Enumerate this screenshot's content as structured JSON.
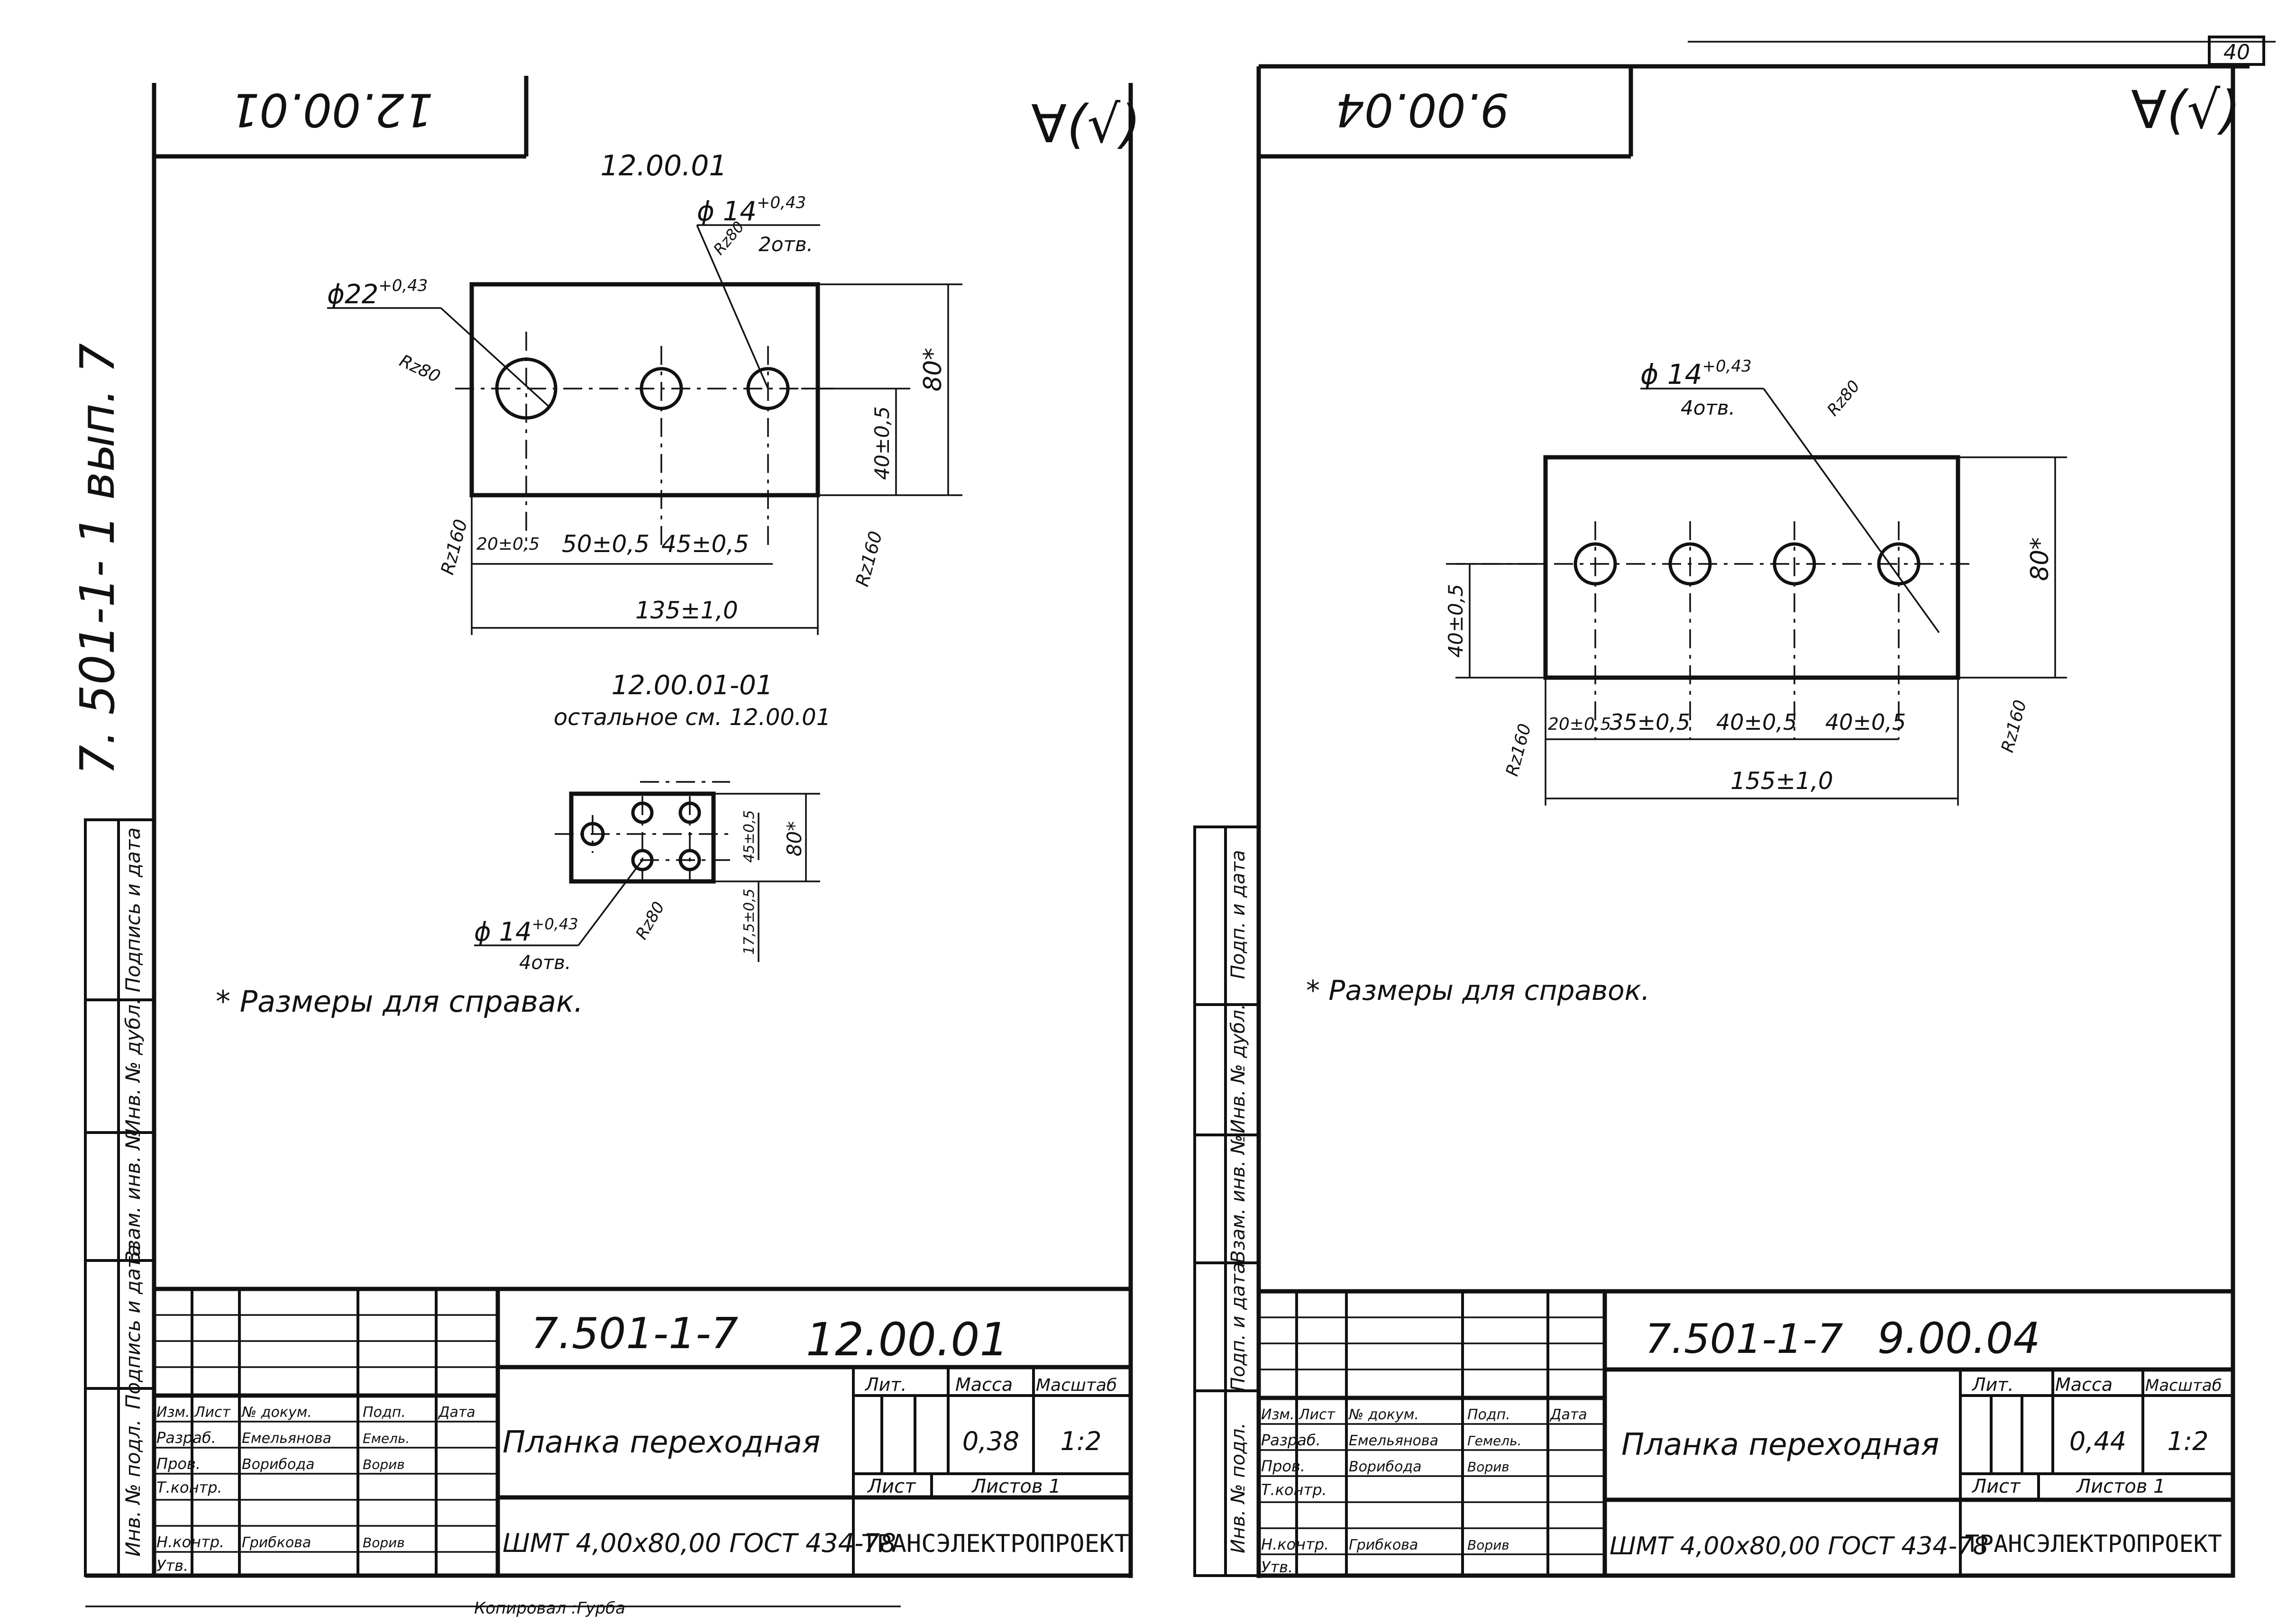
{
  "page_number": "40",
  "left_sheet": {
    "corner_label": "12.00.01",
    "roughness_mark": "∀(√)",
    "side_series": "7. 501-1- 1 вып. 7",
    "part_a": {
      "title": "12.00.01",
      "hole_small_dia": "ϕ 14",
      "hole_small_tol": "+0,43",
      "hole_small_count": "2отв.",
      "hole_small_rz": "Rz80",
      "hole_large_dia": "ϕ22",
      "hole_large_tol": "+0,43",
      "hole_large_rz": "Rz80",
      "dim_height": "80*",
      "dim_hole_height": "40±0,5",
      "dim_x1": "20±0,5",
      "dim_x2": "50±0,5",
      "dim_x3": "45±0,5",
      "dim_total": "135±1,0",
      "rz_left": "Rz160",
      "rz_right": "Rz160"
    },
    "part_b": {
      "title": "12.00.01-01",
      "subtitle": "остальное см. 12.00.01",
      "dim_height": "80*",
      "dim_inner1": "45±0,5",
      "dim_inner2": "17,5±0,5",
      "hole_dia": "ϕ 14",
      "hole_tol": "+0,43",
      "hole_count": "4отв.",
      "hole_rz": "Rz80"
    },
    "note": "* Размеры для справак.",
    "side_box_labels": [
      "Инв. № подл.",
      "Подпись и дата",
      "Взам. инв. №",
      "Инв. № дубл.",
      "Подпись и дата"
    ],
    "title_block": {
      "designation": "7.501-1-7",
      "code": "12.00.01",
      "name": "Планка переходная",
      "material": "ШМТ 4,00х80,00 ГОСТ 434-78",
      "company": "ТРАНСЭЛЕКТРОПРОЕКТ",
      "lit_label": "Лит.",
      "mass_label": "Масса",
      "scale_label": "Масштаб",
      "mass": "0,38",
      "scale": "1:2",
      "sheet_label": "Лист",
      "sheets_label": "Листов 1",
      "col_headers": [
        "Изм.",
        "Лист",
        "№ докум.",
        "Подп.",
        "Дата"
      ],
      "roles": [
        "Разраб.",
        "Пров.",
        "Т.контр.",
        "",
        "Н.контр.",
        "Утв."
      ],
      "names": [
        "Емельянова",
        "Ворибода",
        "",
        "",
        "Грибкова",
        ""
      ],
      "signatures": [
        "Емель.",
        "Ворив",
        "",
        "",
        "Ворив",
        ""
      ],
      "copied": "Копировал :Гурба"
    }
  },
  "right_sheet": {
    "corner_label": "9.00.04",
    "roughness_mark": "∀(√)",
    "part": {
      "hole_dia": "ϕ 14",
      "hole_tol": "+0,43",
      "hole_count": "4отв.",
      "hole_rz": "Rz80",
      "dim_height": "80*",
      "dim_hole_height": "40±0,5",
      "dim_x1": "20±0,5",
      "dim_x2": "35±0,5",
      "dim_x3": "40±0,5",
      "dim_x4": "40±0,5",
      "dim_total": "155±1,0",
      "rz_left": "Rz160",
      "rz_right": "Rz160"
    },
    "note": "* Размеры для справок.",
    "side_box_labels": [
      "Инв. № подл.",
      "Подп. и дата",
      "Взам. инв. №",
      "Инв. № дубл.",
      "Подп. и дата"
    ],
    "title_block": {
      "designation": "7.501-1-7",
      "code": "9.00.04",
      "name": "Планка переходная",
      "material": "ШМТ 4,00х80,00 ГОСТ 434-78",
      "company": "ТРАНСЭЛЕКТРОПРОЕКТ",
      "lit_label": "Лит.",
      "mass_label": "Масса",
      "scale_label": "Масштаб",
      "mass": "0,44",
      "scale": "1:2",
      "sheet_label": "Лист",
      "sheets_label": "Листов 1",
      "col_headers": [
        "Изм.",
        "Лист",
        "№ докум.",
        "Подп.",
        "Дата"
      ],
      "roles": [
        "Разраб.",
        "Пров.",
        "Т.контр.",
        "",
        "Н.контр.",
        "Утв."
      ],
      "names": [
        "Емельянова",
        "Ворибода",
        "",
        "",
        "Грибкова",
        ""
      ],
      "signatures": [
        "Гемель.",
        "Ворив",
        "",
        "",
        "Ворив",
        ""
      ]
    }
  }
}
